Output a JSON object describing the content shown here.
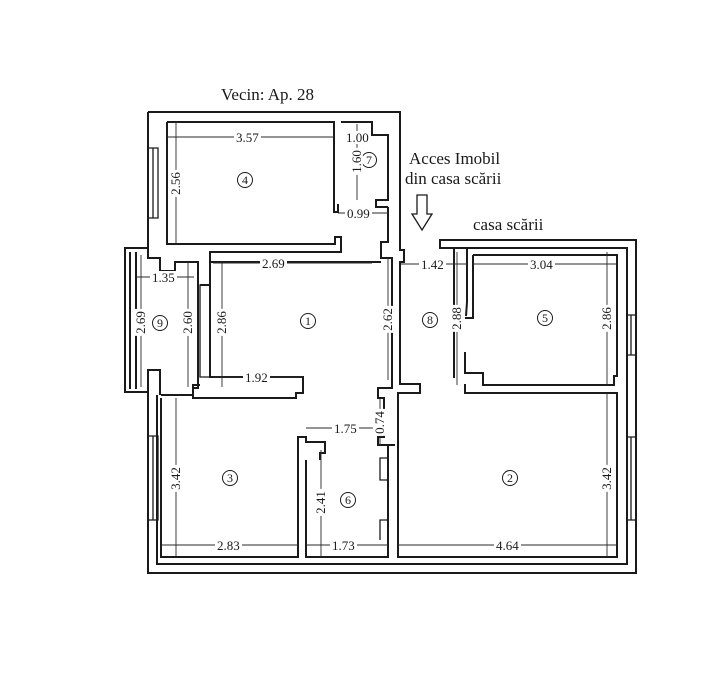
{
  "plan": {
    "neighbor_label": "Vecin: Ap. 28",
    "access_label_line1": "Acces Imobil",
    "access_label_line2": "din casa scării",
    "stairwell_label": "casa scării",
    "rooms": [
      {
        "number": "1"
      },
      {
        "number": "2"
      },
      {
        "number": "3"
      },
      {
        "number": "4"
      },
      {
        "number": "5"
      },
      {
        "number": "6"
      },
      {
        "number": "7"
      },
      {
        "number": "8"
      },
      {
        "number": "9"
      }
    ],
    "dimensions": {
      "room4_width": "3.57",
      "room4_height": "2.56",
      "room7_width_top": "1.00",
      "room7_height": "1.60",
      "room7_width_bottom": "0.99",
      "room1_width_top": "2.69",
      "room1_height": "2.86",
      "room1_width_bottom": "1.92",
      "room9_width": "1.35",
      "room9_height_outer": "2.69",
      "room9_height_inner": "2.60",
      "hall_height": "2.62",
      "room8_width": "1.42",
      "room8_height": "2.88",
      "room5_width": "3.04",
      "room5_height": "2.86",
      "room6_width_top": "1.75",
      "room6_gap": "0.74",
      "room6_height": "2.41",
      "room6_width_bottom": "1.73",
      "room3_height": "3.42",
      "room3_width": "2.83",
      "room2_width": "4.64",
      "room2_height": "3.42"
    }
  }
}
